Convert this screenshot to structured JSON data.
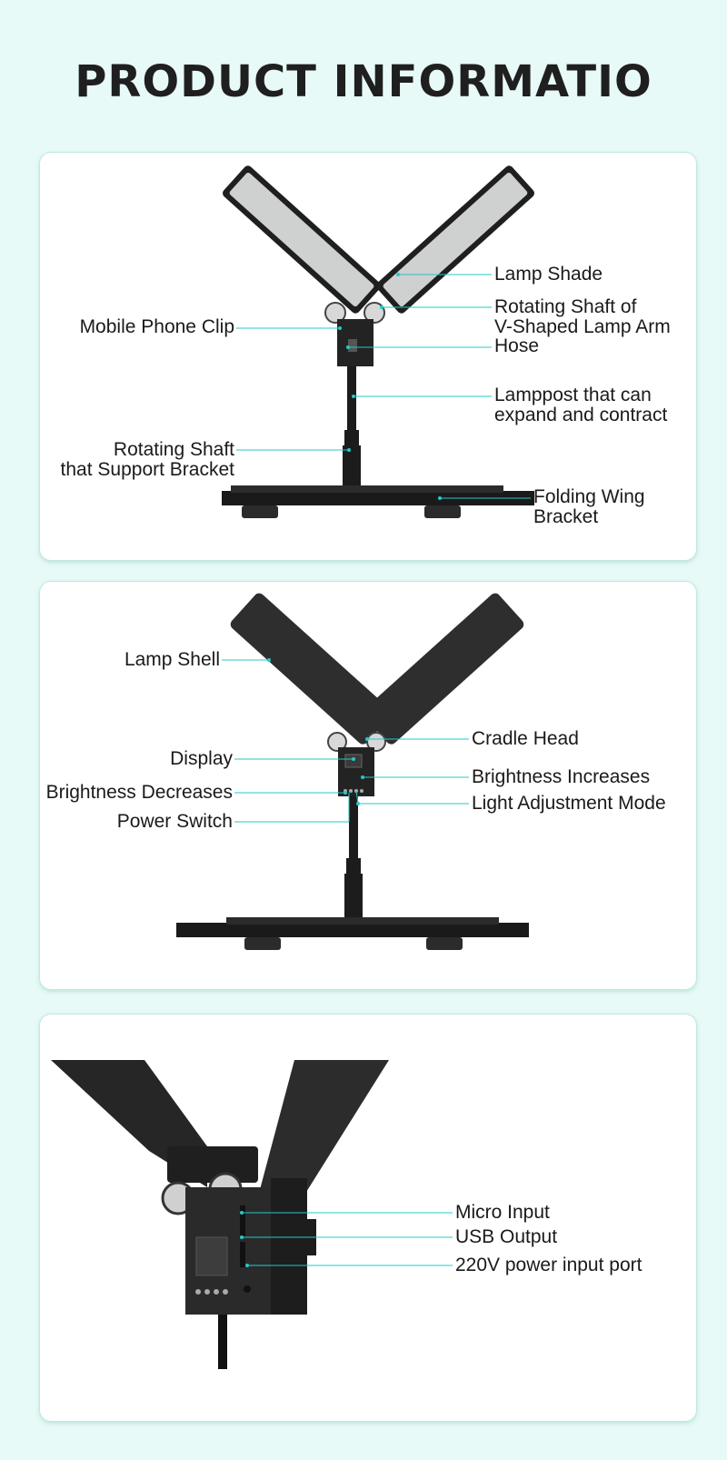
{
  "title": "PRODUCT INFORMATIO",
  "panel1": {
    "labels": {
      "lamp_shade": "Lamp Shade",
      "rotating_shaft_1": "Rotating Shaft of",
      "rotating_shaft_2": "V-Shaped Lamp Arm",
      "rotating_shaft_3": "Hose",
      "mobile_clip": "Mobile Phone Clip",
      "lamppost_1": "Lamppost that can",
      "lamppost_2": "expand and contract",
      "support_shaft_1": "Rotating Shaft",
      "support_shaft_2": "that Support Bracket",
      "folding_1": "Folding Wing",
      "folding_2": "Bracket"
    }
  },
  "panel2": {
    "labels": {
      "lamp_shell": "Lamp Shell",
      "cradle_head": "Cradle Head",
      "display": "Display",
      "brightness_inc": "Brightness Increases",
      "brightness_dec": "Brightness Decreases",
      "light_mode": "Light Adjustment Mode",
      "power_switch": "Power Switch"
    }
  },
  "panel3": {
    "labels": {
      "micro_input": "Micro Input",
      "usb_output": "USB Output",
      "power_port": "220V power input port"
    }
  },
  "colors": {
    "accent": "#25c9c9",
    "background": "#e8faf7",
    "device": "#2b2b2b"
  }
}
